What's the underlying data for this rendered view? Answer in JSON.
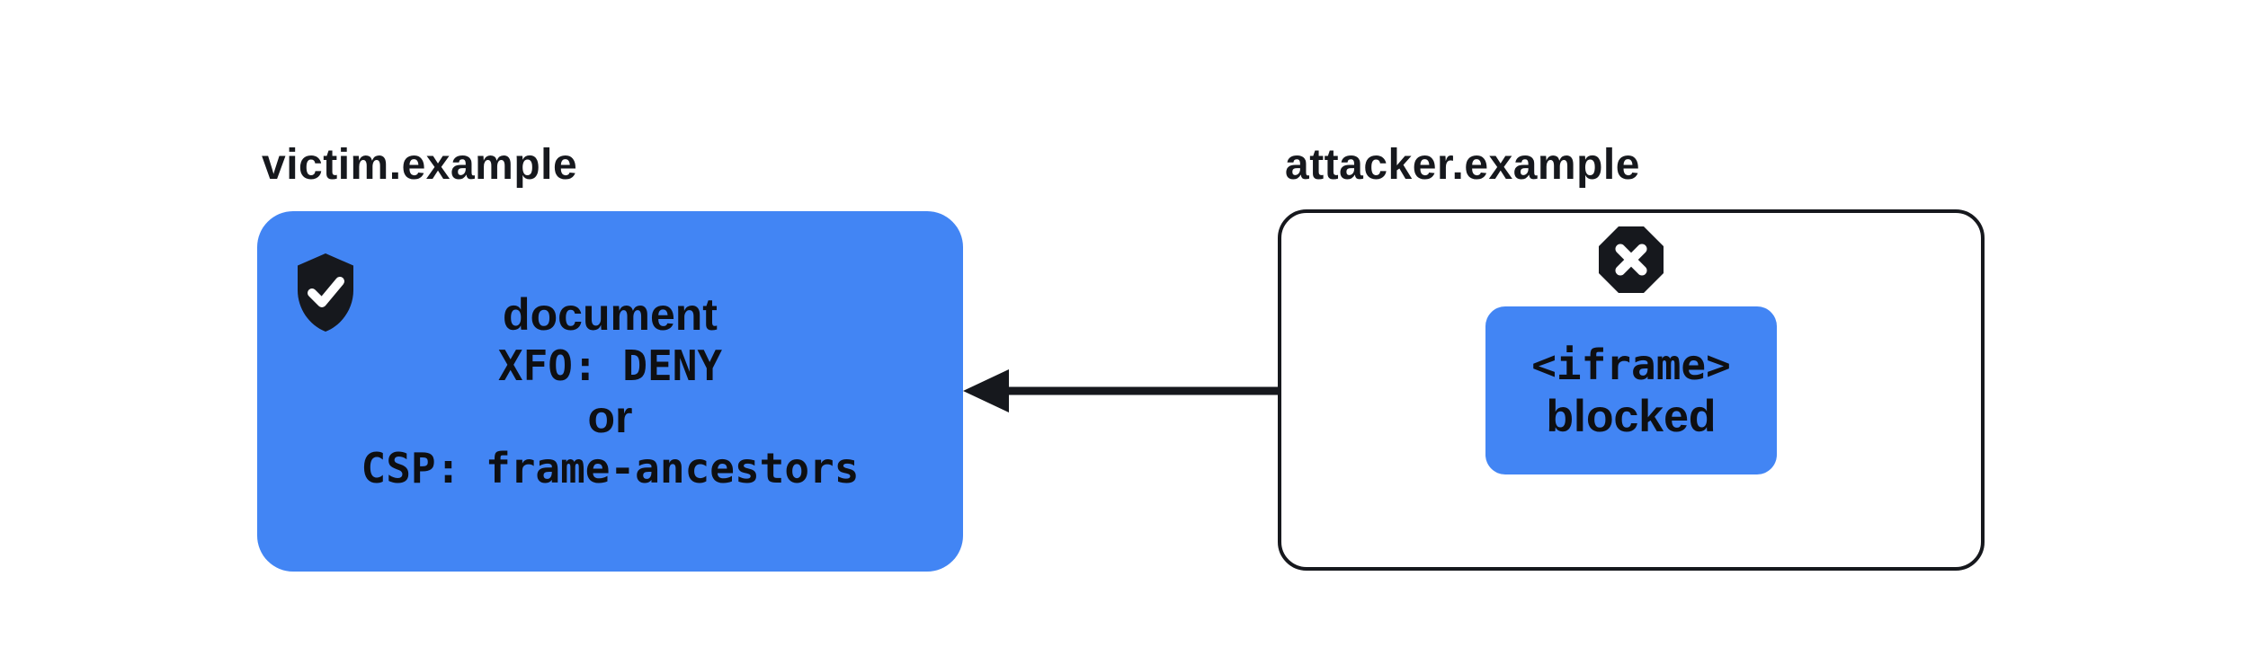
{
  "colors": {
    "blue": "#4285F4",
    "ink": "#16181D"
  },
  "victim": {
    "label": "victim.example",
    "icon": "shield-check-icon",
    "card": {
      "line1": "document",
      "line2": "XFO: DENY",
      "line3": "or",
      "line4": "CSP: frame-ancestors"
    }
  },
  "attacker": {
    "label": "attacker.example",
    "icon": "blocked-x-octagon-icon",
    "iframe": {
      "line1": "<iframe>",
      "line2": "blocked"
    }
  },
  "arrow": {
    "direction": "right-to-left"
  }
}
